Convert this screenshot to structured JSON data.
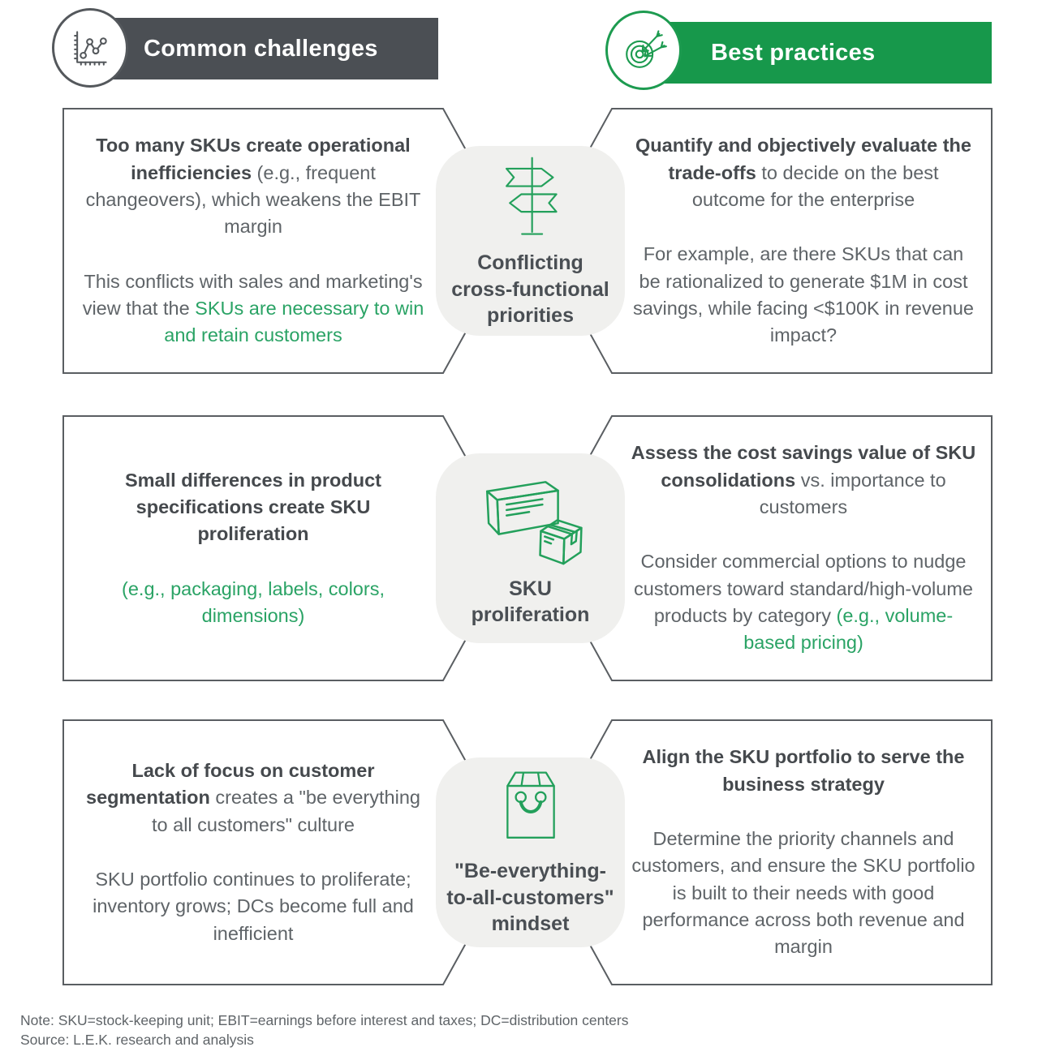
{
  "colors": {
    "accent_green": "#17984b",
    "icon_green": "#1d9b50",
    "text_green": "#2aa365",
    "dark_gray_banner": "#4b4f54",
    "body_text": "#5f6468",
    "bold_text": "#45494d",
    "center_panel_fill": "#f0f0ee",
    "box_border": "#5a5e62"
  },
  "header": {
    "challenges": {
      "label": "Common challenges",
      "icon": "line-chart-icon"
    },
    "practices": {
      "label": "Best practices",
      "icon": "target-icon"
    }
  },
  "rows": [
    {
      "id": "conflicting-cross-functional-priorities",
      "challenge": [
        [
          {
            "t": "Too many SKUs create operational inefficiencies",
            "b": true
          },
          {
            "t": " (e.g., frequent changeovers), which weakens the EBIT margin"
          }
        ],
        [
          {
            "t": "This conflicts with sales and marketing's view that the "
          },
          {
            "t": "SKUs are necessary to win and retain customers",
            "g": true
          }
        ]
      ],
      "center": {
        "icon": "signpost-icon",
        "label": "Conflicting\ncross-functional\npriorities"
      },
      "practice": [
        [
          {
            "t": "Quantify and objectively evaluate the trade-offs",
            "b": true
          },
          {
            "t": " to decide on the best outcome for the enterprise"
          }
        ],
        [
          {
            "t": "For example, are there SKUs that can be rationalized to generate $1M in cost savings, while facing <$100K in revenue impact?"
          }
        ]
      ]
    },
    {
      "id": "sku-proliferation",
      "challenge": [
        [
          {
            "t": "Small differences in product specifications create SKU proliferation",
            "b": true
          }
        ],
        [
          {
            "t": "(e.g., packaging, labels, colors, dimensions)",
            "g": true
          }
        ]
      ],
      "center": {
        "icon": "packages-icon",
        "label": "SKU\nproliferation"
      },
      "practice": [
        [
          {
            "t": "Assess the cost savings value of SKU consolidations",
            "b": true
          },
          {
            "t": " vs. importance to customers"
          }
        ],
        [
          {
            "t": "Consider commercial options to nudge customers toward standard/high-volume products by category "
          },
          {
            "t": "(e.g., volume-based pricing)",
            "g": true
          }
        ]
      ]
    },
    {
      "id": "be-everything-to-all-customers-mindset",
      "challenge": [
        [
          {
            "t": "Lack of focus on customer segmentation",
            "b": true
          },
          {
            "t": " creates a \"be everything to all customers\" culture"
          }
        ],
        [
          {
            "t": "SKU portfolio continues to proliferate; inventory grows; DCs become full and inefficient"
          }
        ]
      ],
      "center": {
        "icon": "shopping-bag-icon",
        "label": "\"Be-everything-\nto-all-customers\"\nmindset"
      },
      "practice": [
        [
          {
            "t": "Align the SKU portfolio to serve the business strategy",
            "b": true
          }
        ],
        [
          {
            "t": "Determine the priority channels and customers, and ensure the SKU portfolio is built to their needs with good performance across both revenue and margin"
          }
        ]
      ]
    }
  ],
  "footer": {
    "note": "Note: SKU=stock-keeping unit; EBIT=earnings before interest and taxes; DC=distribution centers",
    "source": "Source: L.E.K. research and analysis"
  }
}
